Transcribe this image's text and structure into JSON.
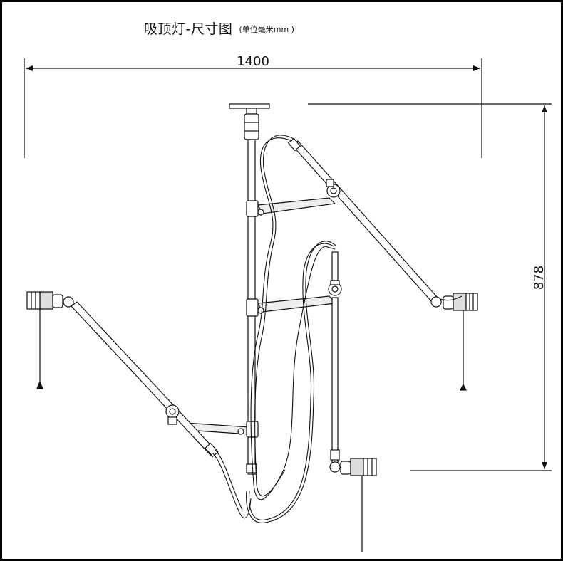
{
  "title": {
    "main": "吸顶灯-尺寸图",
    "unit": "(单位毫米mm )"
  },
  "dimensions": {
    "width_label": "1400",
    "height_label": "878"
  },
  "colors": {
    "line": "#111111",
    "background": "#ffffff",
    "fill_gray": "#d9d9d9"
  }
}
